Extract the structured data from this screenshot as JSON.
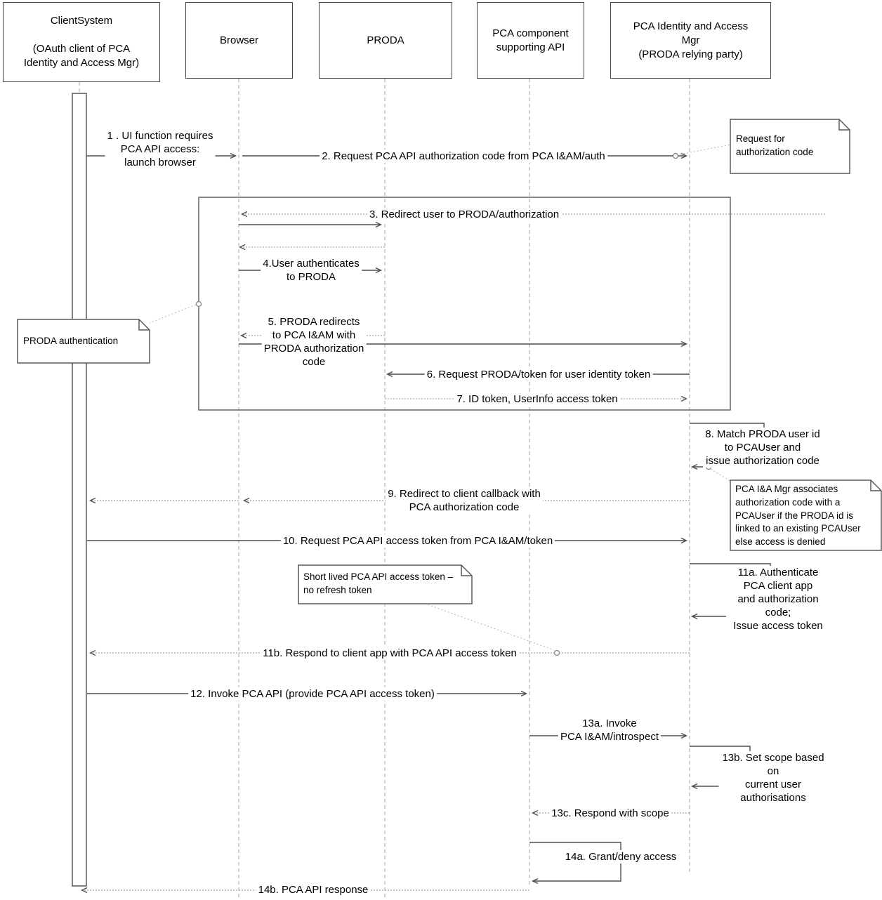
{
  "actors": [
    {
      "id": "clientsystem",
      "label": "ClientSystem\n\n(OAuth client of PCA\nIdentity and Access Mgr)"
    },
    {
      "id": "browser",
      "label": "Browser"
    },
    {
      "id": "proda",
      "label": "PRODA"
    },
    {
      "id": "pca-component",
      "label": "PCA component\nsupporting API"
    },
    {
      "id": "pca-iam",
      "label": "PCA Identity and Access\nMgr\n(PRODA relying party)"
    }
  ],
  "messages": [
    {
      "label": "1 . UI function requires\nPCA API access:\nlaunch browser"
    },
    {
      "label": "2. Request PCA API authorization code from PCA I&AM/auth"
    },
    {
      "label": "3. Redirect user to PRODA/authorization"
    },
    {
      "label": "4.User authenticates\nto PRODA"
    },
    {
      "label": "5. PRODA redirects\nto PCA I&AM with\nPRODA authorization\ncode"
    },
    {
      "label": "6. Request PRODA/token for user identity token"
    },
    {
      "label": "7.  ID token, UserInfo access token"
    },
    {
      "label": "8. Match PRODA user id to PCAUser and\nissue authorization code"
    },
    {
      "label": "9. Redirect to client callback  with\nPCA authorization code"
    },
    {
      "label": "10. Request PCA API access token from PCA I&AM/token"
    },
    {
      "label": "11a. Authenticate PCA client app\nand authorization code;\nIssue access token"
    },
    {
      "label": "11b. Respond to client app with PCA API access token"
    },
    {
      "label": "12. Invoke PCA API (provide PCA API access token)"
    },
    {
      "label": "13a. Invoke\nPCA I&AM/introspect"
    },
    {
      "label": "13b. Set scope based on\ncurrent user authorisations"
    },
    {
      "label": "13c. Respond with scope"
    },
    {
      "label": "14a. Grant/deny access"
    },
    {
      "label": "14b. PCA API response"
    }
  ],
  "notes": [
    {
      "label": "Request for\nauthorization code"
    },
    {
      "label": "PRODA authentication"
    },
    {
      "label": "PCA I&A Mgr associates\nauthorization  code with a\nPCAUser if the PRODA id is\nlinked to an existing PCAUser\nelse access is denied"
    },
    {
      "label": "Short lived PCA API access token –\nno refresh token"
    }
  ],
  "colors": {
    "message_line": "#4d4d4d",
    "lifeline": "#b3b3b3",
    "box_border": "#444444",
    "note_border": "#595959",
    "background": "#ffffff",
    "text": "#000000"
  }
}
